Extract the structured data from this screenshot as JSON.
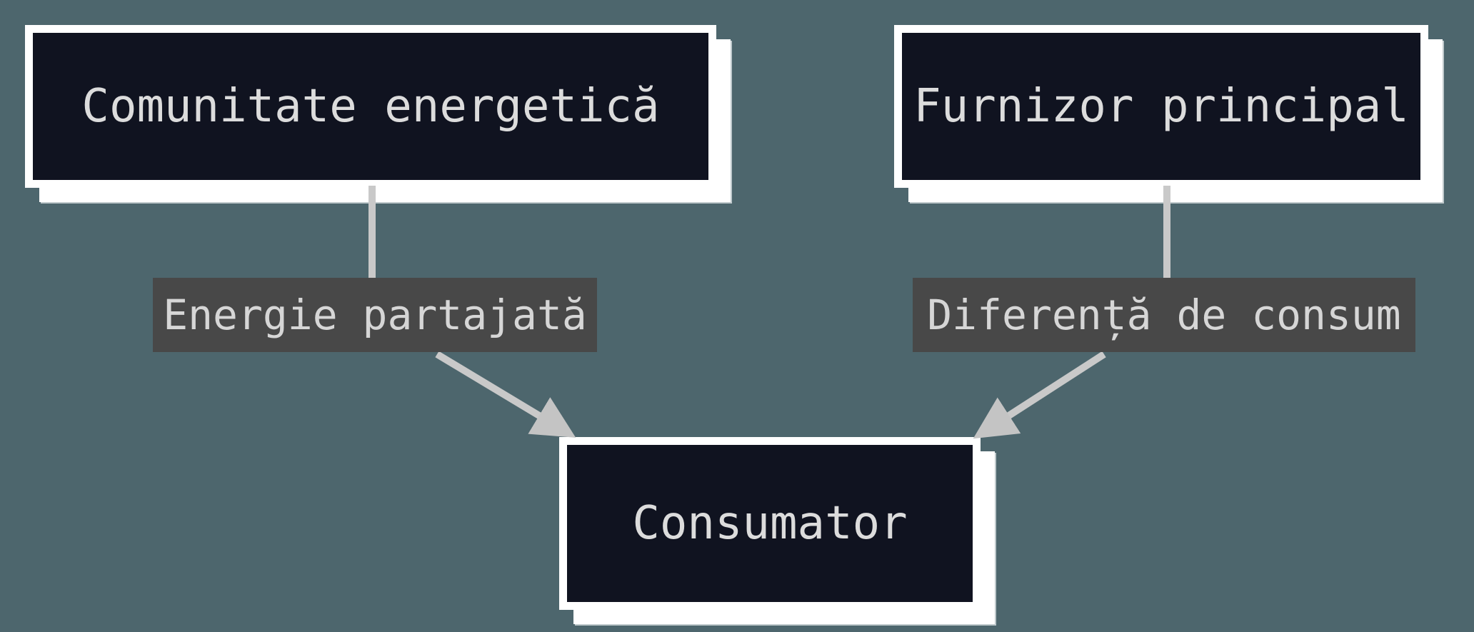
{
  "diagram": {
    "type": "flowchart",
    "direction": "top-down",
    "colors": {
      "background": "#4d666d",
      "node_fill": "#101320",
      "node_border": "#ffffff",
      "node_shadow": "#ffffff",
      "node_text": "#dcdcdc",
      "edge_line": "#c9c9c9",
      "arrowhead": "#c4c4c4",
      "edge_label_bg": "#484848",
      "edge_label_text": "#d6d6d6"
    },
    "nodes": [
      {
        "id": "comunitate",
        "label": "Comunitate energetică"
      },
      {
        "id": "furnizor",
        "label": "Furnizor principal"
      },
      {
        "id": "consumator",
        "label": "Consumator"
      }
    ],
    "edges": [
      {
        "from": "comunitate",
        "to": "consumator",
        "label": "Energie partajată"
      },
      {
        "from": "furnizor",
        "to": "consumator",
        "label": "Diferență de consum"
      }
    ]
  }
}
